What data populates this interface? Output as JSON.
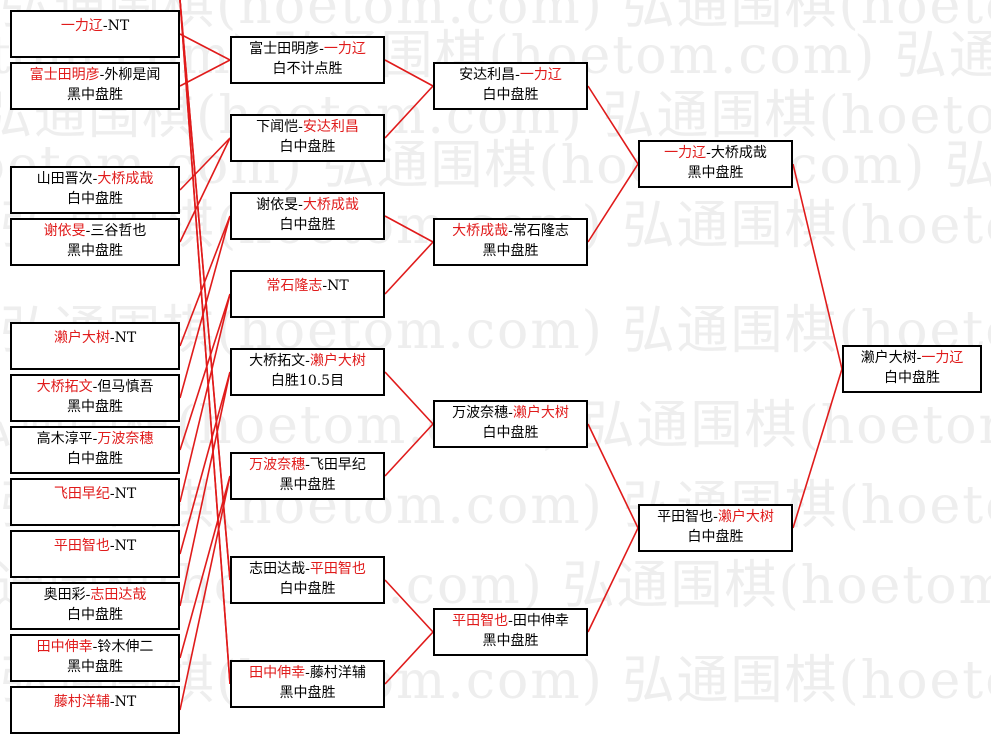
{
  "watermark": {
    "text": "弘通围棋(hoetom.com)"
  },
  "style": {
    "winner_color": "#e01b1b",
    "line_color": "#e01b1b",
    "box_border": "#000000"
  },
  "bracket": {
    "round1": [
      {
        "id": "r1_1",
        "p1": "一力辽",
        "sep": "-",
        "p2": "NT",
        "winner": 1,
        "result": ""
      },
      {
        "id": "r1_2",
        "p1": "富士田明彦",
        "sep": "-",
        "p2": "外柳是闻",
        "winner": 1,
        "result": "黑中盘胜"
      },
      {
        "id": "r1_3",
        "p1": "山田晋次",
        "sep": "-",
        "p2": "大桥成哉",
        "winner": 2,
        "result": "白中盘胜"
      },
      {
        "id": "r1_4",
        "p1": "谢依旻",
        "sep": "-",
        "p2": "三谷哲也",
        "winner": 1,
        "result": "黑中盘胜"
      },
      {
        "id": "r1_5",
        "p1": "濑户大树",
        "sep": "-",
        "p2": "NT",
        "winner": 1,
        "result": ""
      },
      {
        "id": "r1_6",
        "p1": "大桥拓文",
        "sep": "-",
        "p2": "但马慎吾",
        "winner": 1,
        "result": "黑中盘胜"
      },
      {
        "id": "r1_7",
        "p1": "高木淳平",
        "sep": "-",
        "p2": "万波奈穗",
        "winner": 2,
        "result": "白中盘胜"
      },
      {
        "id": "r1_8",
        "p1": "飞田早纪",
        "sep": "-",
        "p2": "NT",
        "winner": 1,
        "result": ""
      },
      {
        "id": "r1_9",
        "p1": "平田智也",
        "sep": "-",
        "p2": "NT",
        "winner": 1,
        "result": ""
      },
      {
        "id": "r1_10",
        "p1": "奥田彩",
        "sep": "-",
        "p2": "志田达哉",
        "winner": 2,
        "result": "白中盘胜"
      },
      {
        "id": "r1_11",
        "p1": "田中伸幸",
        "sep": "-",
        "p2": "铃木伸二",
        "winner": 1,
        "result": "黑中盘胜"
      },
      {
        "id": "r1_12",
        "p1": "藤村洋辅",
        "sep": "-",
        "p2": "NT",
        "winner": 1,
        "result": ""
      }
    ],
    "round2": [
      {
        "id": "r2_1",
        "p1": "富士田明彦",
        "sep": "-",
        "p2": "一力辽",
        "winner": 2,
        "result": "白不计点胜"
      },
      {
        "id": "r2_2",
        "p1": "下闻恺",
        "sep": "-",
        "p2": "安达利昌",
        "winner": 2,
        "result": "白中盘胜"
      },
      {
        "id": "r2_3",
        "p1": "谢依旻",
        "sep": "-",
        "p2": "大桥成哉",
        "winner": 2,
        "result": "白中盘胜"
      },
      {
        "id": "r2_4",
        "p1": "常石隆志",
        "sep": "-",
        "p2": "NT",
        "winner": 1,
        "result": ""
      },
      {
        "id": "r2_5",
        "p1": "大桥拓文",
        "sep": "-",
        "p2": "濑户大树",
        "winner": 2,
        "result": "白胜10.5目"
      },
      {
        "id": "r2_6",
        "p1": "万波奈穗",
        "sep": "-",
        "p2": "飞田早纪",
        "winner": 1,
        "result": "黑中盘胜"
      },
      {
        "id": "r2_7",
        "p1": "志田达哉",
        "sep": "-",
        "p2": "平田智也",
        "winner": 2,
        "result": "白中盘胜"
      },
      {
        "id": "r2_8",
        "p1": "田中伸幸",
        "sep": "-",
        "p2": "藤村洋辅",
        "winner": 1,
        "result": "黑中盘胜"
      }
    ],
    "round3": [
      {
        "id": "r3_1",
        "p1": "安达利昌",
        "sep": "-",
        "p2": "一力辽",
        "winner": 2,
        "result": "白中盘胜"
      },
      {
        "id": "r3_2",
        "p1": "大桥成哉",
        "sep": "-",
        "p2": "常石隆志",
        "winner": 1,
        "result": "黑中盘胜"
      },
      {
        "id": "r3_3",
        "p1": "万波奈穗",
        "sep": "-",
        "p2": "濑户大树",
        "winner": 2,
        "result": "白中盘胜"
      },
      {
        "id": "r3_4",
        "p1": "平田智也",
        "sep": "-",
        "p2": "田中伸幸",
        "winner": 1,
        "result": "黑中盘胜"
      }
    ],
    "round4": [
      {
        "id": "r4_1",
        "p1": "一力辽",
        "sep": "-",
        "p2": "大桥成哉",
        "winner": 1,
        "result": "黑中盘胜"
      },
      {
        "id": "r4_2",
        "p1": "平田智也",
        "sep": "-",
        "p2": "濑户大树",
        "winner": 2,
        "result": "白中盘胜"
      }
    ],
    "final": [
      {
        "id": "final",
        "p1": "濑户大树",
        "sep": "-",
        "p2": "一力辽",
        "winner": 2,
        "result": "白中盘胜"
      }
    ]
  }
}
